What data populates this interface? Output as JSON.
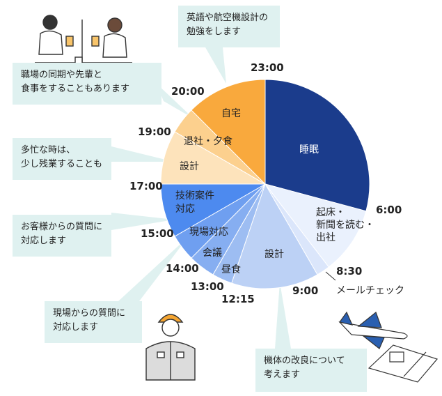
{
  "chart_data": {
    "type": "pie",
    "title": "",
    "unit": "time of day",
    "segments": [
      {
        "label": "睡眠",
        "start": "23:00",
        "end": "6:00",
        "color": "#1b3c8c"
      },
      {
        "label": "起床・新聞を読む・出社",
        "start": "6:00",
        "end": "8:30",
        "color": "#eaf1fd"
      },
      {
        "label": "メールチェック",
        "start": "8:30",
        "end": "9:00",
        "color": "#dbe6fb"
      },
      {
        "label": "設計",
        "start": "9:00",
        "end": "12:15",
        "color": "#bcd1f5"
      },
      {
        "label": "昼食",
        "start": "12:15",
        "end": "13:00",
        "color": "#9dbdf2"
      },
      {
        "label": "会議",
        "start": "13:00",
        "end": "14:00",
        "color": "#86aef1"
      },
      {
        "label": "現場対応",
        "start": "14:00",
        "end": "15:00",
        "color": "#6f9ff0"
      },
      {
        "label": "技術案件対応",
        "start": "15:00",
        "end": "17:00",
        "color": "#4d8aef"
      },
      {
        "label": "設計",
        "start": "17:00",
        "end": "19:00",
        "color": "#fde3bb"
      },
      {
        "label": "退社・夕食",
        "start": "19:00",
        "end": "20:00",
        "color": "#fcd08e"
      },
      {
        "label": "自宅",
        "start": "20:00",
        "end": "23:00",
        "color": "#f9a93d"
      }
    ],
    "time_labels": [
      "23:00",
      "6:00",
      "8:30",
      "9:00",
      "12:15",
      "13:00",
      "14:00",
      "15:00",
      "17:00",
      "19:00",
      "20:00"
    ]
  },
  "callouts": {
    "study": [
      "英語や航空機設計の",
      "勉強をします"
    ],
    "colleagues": [
      "職場の同期や先輩と",
      "食事をすることもあります"
    ],
    "overtime": [
      "多忙な時は、",
      "少し残業することも"
    ],
    "customers": [
      "お客様からの質問に",
      "対応します"
    ],
    "site": [
      "現場からの質問に",
      "対応します"
    ],
    "improve": [
      "機体の改良について",
      "考えます"
    ]
  },
  "segment_text": {
    "sleep": "睡眠",
    "wake_1": "起床・",
    "wake_2": "新聞を読む・",
    "wake_3": "出社",
    "mail": "メールチェック",
    "design_am": "設計",
    "lunch": "昼食",
    "meeting": "会議",
    "site": "現場対応",
    "tech_1": "技術案件",
    "tech_2": "対応",
    "design_pm": "設計",
    "leave": "退社・夕食",
    "home": "自宅"
  },
  "colors": {
    "callout_bg": "#dff1f0",
    "pointer": "#dff1f0"
  },
  "icons": [
    "people-drinking-illustration",
    "worker-helmet-illustration",
    "airplane-illustration",
    "blueprint-illustration"
  ]
}
